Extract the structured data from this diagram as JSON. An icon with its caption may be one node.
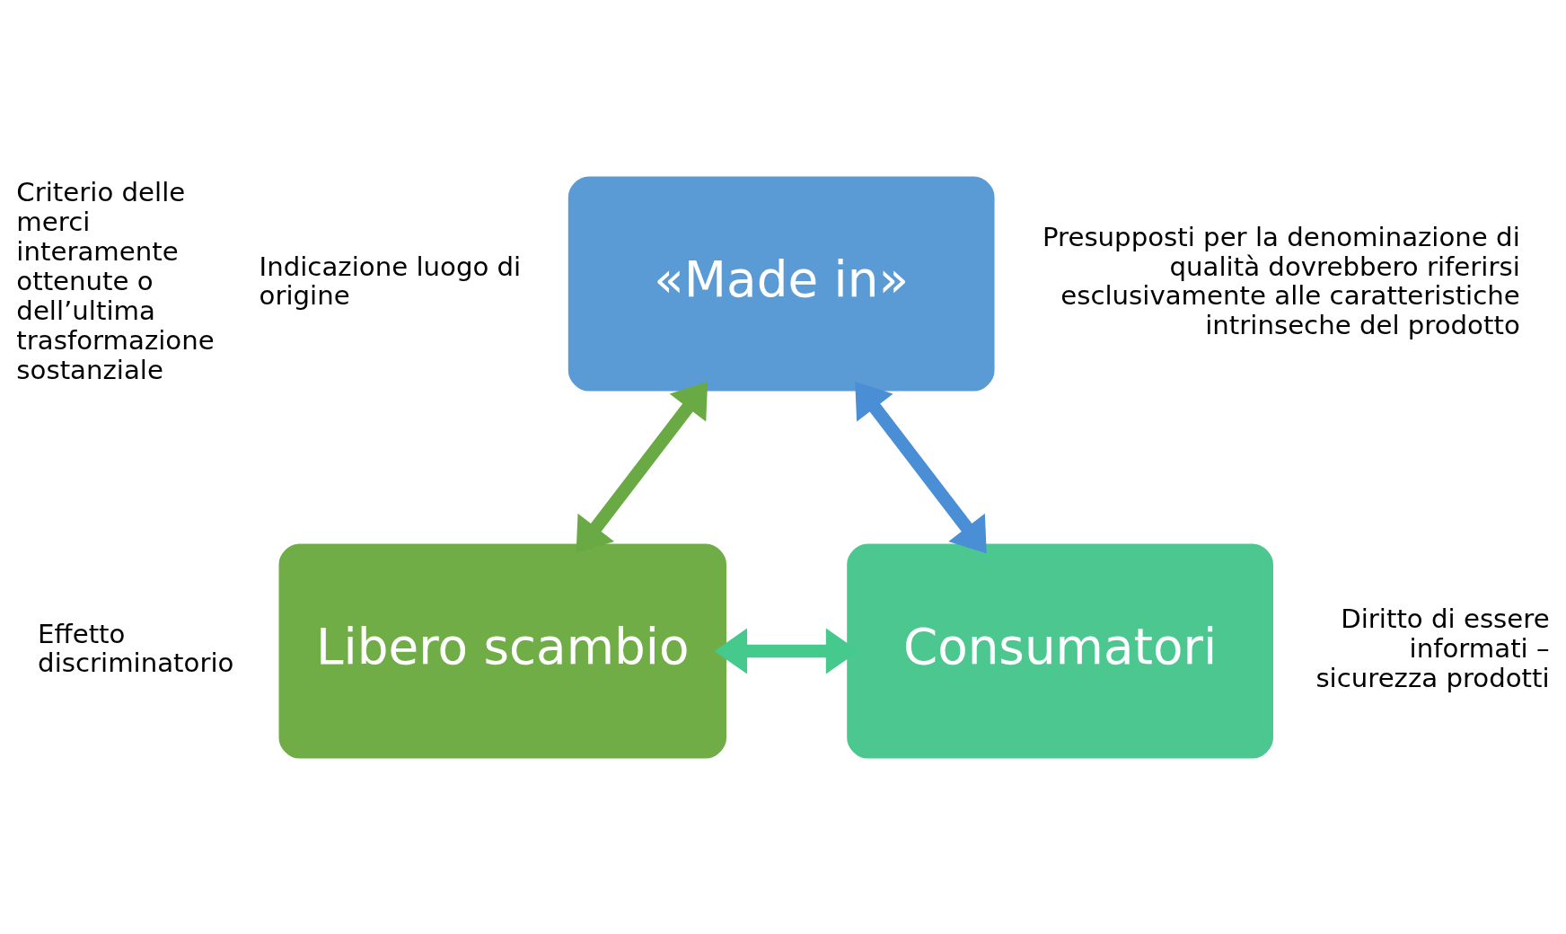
{
  "diagram": {
    "nodes": [
      {
        "text": [
          "«Made in»"
        ]
      },
      {
        "text": [
          "Libero scambio"
        ]
      },
      {
        "text": [
          "Consumatori"
        ]
      }
    ],
    "edges": [
      {
        "from": 0,
        "to": 1,
        "arrow": "both",
        "color": "#6aaa45"
      },
      {
        "from": 0,
        "to": 2,
        "arrow": "both",
        "color": "#4a8fd6"
      },
      {
        "from": 1,
        "to": 2,
        "arrow": "both",
        "color": "#45c98c"
      }
    ],
    "labels": [
      "Indicazione luogo di origine",
      "Criterio delle merci interamente ottenute o dell’ultima trasformazione sostanziale",
      "Presupposti per la denominazione di qualità dovrebbero riferirsi esclusivamente alle caratteristiche intrinseche del prodotto",
      "Effetto discriminatorio",
      "Diritto di essere informati – sicurezza prodotti"
    ]
  }
}
